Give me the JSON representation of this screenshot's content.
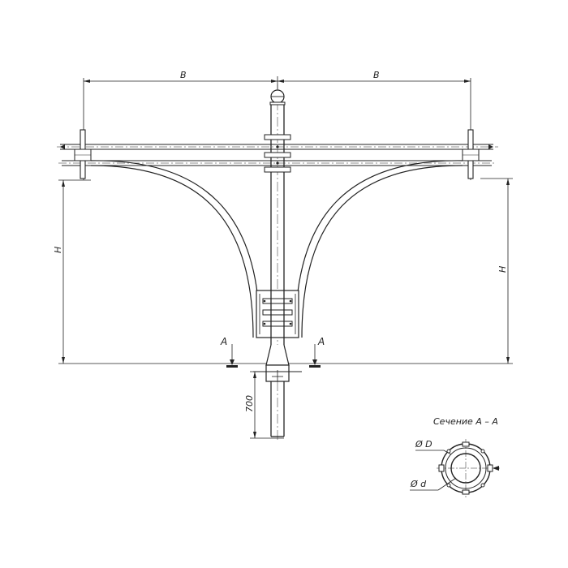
{
  "drawing": {
    "dim_width_left": "B",
    "dim_width_right": "B",
    "dim_height_left": "H",
    "dim_height_right": "H",
    "dim_embed_depth": "700",
    "section_mark_left": "A",
    "section_mark_right": "A",
    "section_title": "Сечение А – А",
    "outer_diameter_label": "Ø D",
    "inner_diameter_label": "Ø d"
  },
  "colors": {
    "line": "#222222",
    "background": "#ffffff"
  }
}
